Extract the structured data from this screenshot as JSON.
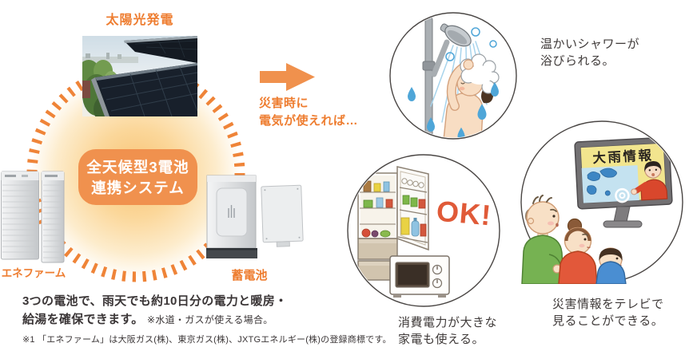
{
  "colors": {
    "accent_orange": "#ee7d30",
    "badge_orange": "#f0914e",
    "ring_orange": "#ef8438",
    "arrow_orange": "#f0914d",
    "ok_orange": "#e05a38",
    "text_dark": "#3f3a39"
  },
  "system_diagram": {
    "solar_label": "太陽光発電",
    "badge_line1": "全天候型3電池",
    "badge_line2": "連携システム",
    "enefarm_label": "エネファーム",
    "battery_label": "蓄電池"
  },
  "transition": {
    "caption_line1": "災害時に",
    "caption_line2": "電気が使えれば…"
  },
  "benefits": [
    {
      "caption_line1": "温かいシャワーが",
      "caption_line2": "浴びられる。"
    },
    {
      "ok_label": "OK!",
      "caption_line1": "消費電力が大きな",
      "caption_line2": "家電も使える。"
    },
    {
      "tv_screen_text": "大雨情報",
      "caption_line1": "災害情報をテレビで",
      "caption_line2": "見ることができる。"
    }
  ],
  "footer": {
    "summary_line1": "3つの電池で、雨天でも約10日分の電力と暖房・",
    "summary_line2": "給湯を確保できます。",
    "summary_note": "※水道・ガスが使える場合。",
    "trademark_note": "※1 「エネファーム」は大阪ガス(株)、東京ガス(株)、JXTGエネルギー(株)の登録商標です。"
  }
}
